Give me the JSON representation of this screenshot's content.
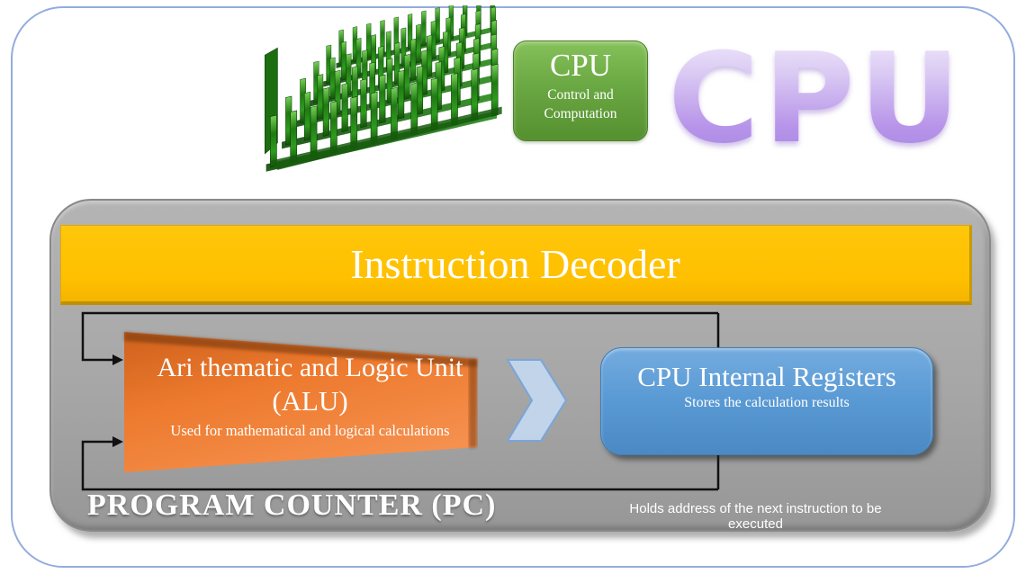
{
  "hero": {
    "badge": {
      "title": "CPU",
      "subtitle": "Control and Computation"
    },
    "wordmark": "CPU"
  },
  "diagram": {
    "decoder_title": "Instruction Decoder",
    "alu": {
      "title": "Ari thematic and Logic Unit",
      "acronym": "(ALU)",
      "description": "Used for mathematical and logical calculations"
    },
    "registers": {
      "title": "CPU Internal Registers",
      "description": "Stores the calculation results"
    },
    "program_counter": {
      "title": "PROGRAM COUNTER (PC)",
      "note": "Holds address of the next instruction to be executed"
    }
  },
  "icons": {
    "heatsink": "green-heatsink-3d-image",
    "chevron": "right-chevron-arrow",
    "arrowhead": "right-arrowhead"
  },
  "colors": {
    "banner_gold": "#FFC000",
    "banner_edge": "#BF9000",
    "alu_orange": "#ED7D31",
    "registers_blue": "#5B9BD5",
    "badge_green": "#6AA843",
    "panel_gray": "#A6A6A6",
    "wordmark_purple": "#B794E9",
    "slide_border_blue": "#93ACDE",
    "connector_black": "#111111",
    "text_white": "#FFFFFF"
  }
}
